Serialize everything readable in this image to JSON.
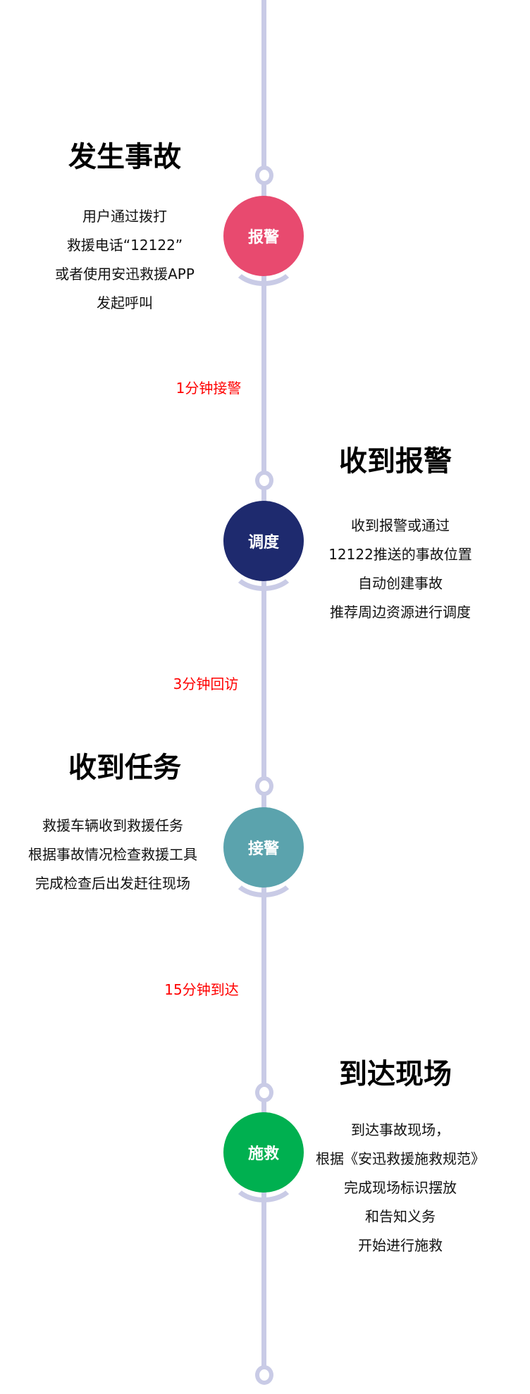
{
  "steps": [
    {
      "title": "发生事故",
      "badge": "报警",
      "color": "#e84a6f",
      "lines": [
        "用户通过拨打",
        "救援电话“12122”",
        "或者使用安迅救援APP",
        "发起呼叫"
      ]
    },
    {
      "title": "收到报警",
      "badge": "调度",
      "color": "#1e2a6e",
      "lines": [
        "收到报警或通过",
        "12122推送的事故位置",
        "自动创建事故",
        "推荐周边资源进行调度"
      ]
    },
    {
      "title": "收到任务",
      "badge": "接警",
      "color": "#5ba3ad",
      "lines": [
        "救援车辆收到救援任务",
        "根据事故情况检查救援工具",
        "完成检查后出发赶往现场"
      ]
    },
    {
      "title": "到达现场",
      "badge": "施救",
      "color": "#00b050",
      "lines": [
        "到达事故现场，",
        "根据《安迅救援施救规范》",
        "完成现场标识摆放",
        "和告知义务",
        "开始进行施救"
      ]
    }
  ],
  "intervals": [
    "1分钟接警",
    "3分钟回访",
    "15分钟到达"
  ],
  "colors": {
    "line": "#c9cbe6",
    "interval": "#ff0000"
  }
}
